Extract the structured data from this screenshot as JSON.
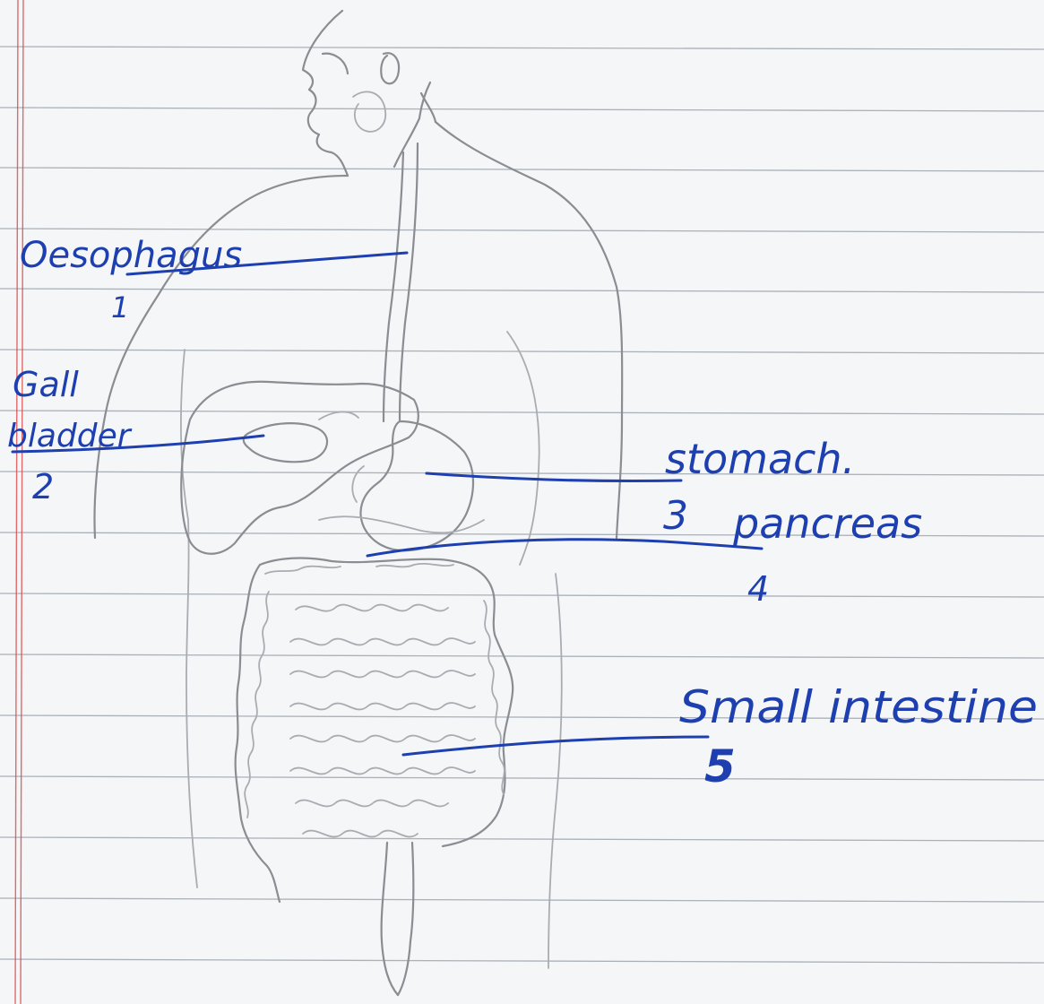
{
  "diagram": {
    "labels": [
      {
        "id": "oesophagus",
        "text": "Oesophagus",
        "number": "1"
      },
      {
        "id": "gall-bladder",
        "text_line1": "Gall",
        "text_line2": "bladder",
        "number": "2"
      },
      {
        "id": "stomach",
        "text": "stomach.",
        "number": "3"
      },
      {
        "id": "pancreas",
        "text": "pancreas",
        "number": "4"
      },
      {
        "id": "small-intestine",
        "text": "Small intestine",
        "number": "5"
      }
    ]
  },
  "colors": {
    "ink": "#1d3fb0",
    "pencil": "#8a8d92",
    "ruled_line": "#6f7a86",
    "margin_line": "#d94848",
    "paper": "#f4f6f8"
  }
}
